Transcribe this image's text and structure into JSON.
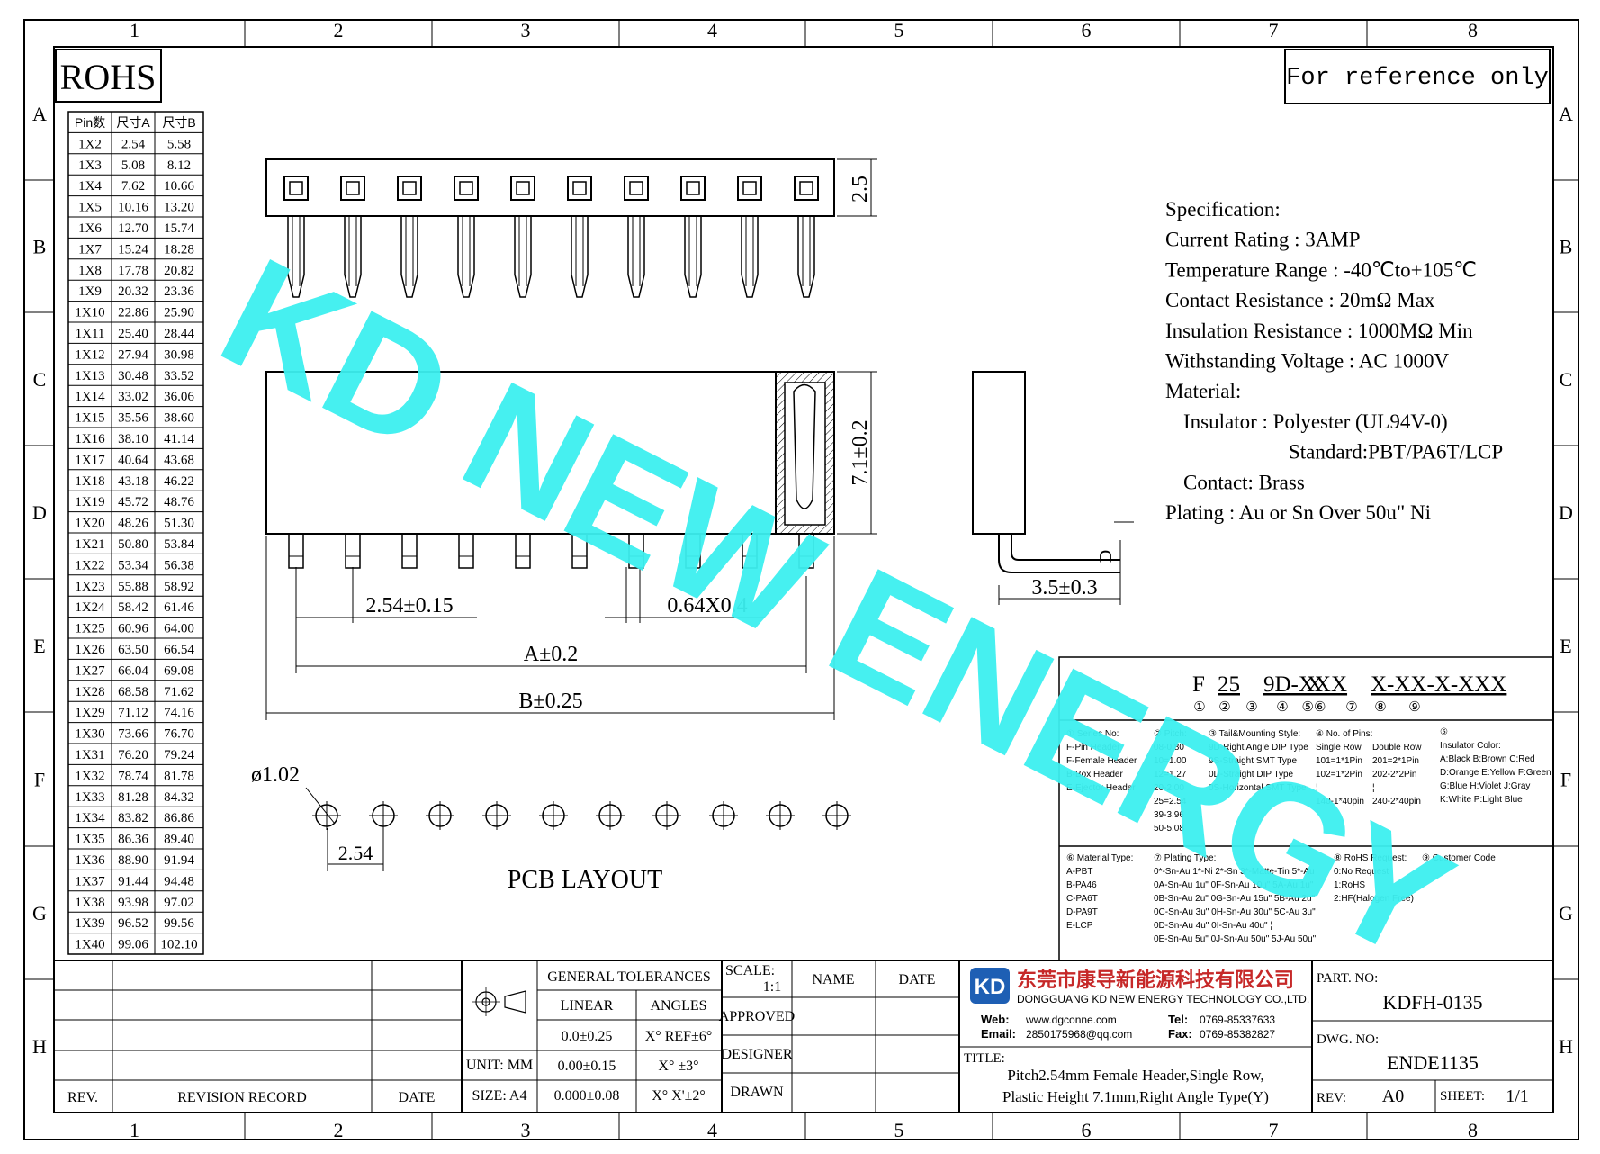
{
  "zones": {
    "columns": [
      "1",
      "2",
      "3",
      "4",
      "5",
      "6",
      "7",
      "8"
    ],
    "rows": [
      "A",
      "B",
      "C",
      "D",
      "E",
      "F",
      "G",
      "H"
    ]
  },
  "rohs_label": "ROHS",
  "reference_label": "For reference only",
  "watermark": "KD NEW ENERGY",
  "pin_table": {
    "headers": [
      "Pin数",
      "尺寸A",
      "尺寸B"
    ],
    "rows": [
      [
        "1X2",
        "2.54",
        "5.58"
      ],
      [
        "1X3",
        "5.08",
        "8.12"
      ],
      [
        "1X4",
        "7.62",
        "10.66"
      ],
      [
        "1X5",
        "10.16",
        "13.20"
      ],
      [
        "1X6",
        "12.70",
        "15.74"
      ],
      [
        "1X7",
        "15.24",
        "18.28"
      ],
      [
        "1X8",
        "17.78",
        "20.82"
      ],
      [
        "1X9",
        "20.32",
        "23.36"
      ],
      [
        "1X10",
        "22.86",
        "25.90"
      ],
      [
        "1X11",
        "25.40",
        "28.44"
      ],
      [
        "1X12",
        "27.94",
        "30.98"
      ],
      [
        "1X13",
        "30.48",
        "33.52"
      ],
      [
        "1X14",
        "33.02",
        "36.06"
      ],
      [
        "1X15",
        "35.56",
        "38.60"
      ],
      [
        "1X16",
        "38.10",
        "41.14"
      ],
      [
        "1X17",
        "40.64",
        "43.68"
      ],
      [
        "1X18",
        "43.18",
        "46.22"
      ],
      [
        "1X19",
        "45.72",
        "48.76"
      ],
      [
        "1X20",
        "48.26",
        "51.30"
      ],
      [
        "1X21",
        "50.80",
        "53.84"
      ],
      [
        "1X22",
        "53.34",
        "56.38"
      ],
      [
        "1X23",
        "55.88",
        "58.92"
      ],
      [
        "1X24",
        "58.42",
        "61.46"
      ],
      [
        "1X25",
        "60.96",
        "64.00"
      ],
      [
        "1X26",
        "63.50",
        "66.54"
      ],
      [
        "1X27",
        "66.04",
        "69.08"
      ],
      [
        "1X28",
        "68.58",
        "71.62"
      ],
      [
        "1X29",
        "71.12",
        "74.16"
      ],
      [
        "1X30",
        "73.66",
        "76.70"
      ],
      [
        "1X31",
        "76.20",
        "79.24"
      ],
      [
        "1X32",
        "78.74",
        "81.78"
      ],
      [
        "1X33",
        "81.28",
        "84.32"
      ],
      [
        "1X34",
        "83.82",
        "86.86"
      ],
      [
        "1X35",
        "86.36",
        "89.40"
      ],
      [
        "1X36",
        "88.90",
        "91.94"
      ],
      [
        "1X37",
        "91.44",
        "94.48"
      ],
      [
        "1X38",
        "93.98",
        "97.02"
      ],
      [
        "1X39",
        "96.52",
        "99.56"
      ],
      [
        "1X40",
        "99.06",
        "102.10"
      ]
    ]
  },
  "dimensions": {
    "top_height": "2.5",
    "body_height": "7.1±0.2",
    "pitch": "2.54±0.15",
    "pin_size": "0.64X0.4",
    "dim_a": "A±0.2",
    "dim_b": "B±0.25",
    "side_offset": "3.5±0.3",
    "side_small": "D",
    "hole_dia": "ø1.02",
    "hole_pitch": "2.54"
  },
  "pcb_layout_label": "PCB LAYOUT",
  "specification": {
    "lines": [
      "Specification:",
      "Current Rating : 3AMP",
      "Temperature Range : -40℃to+105℃",
      "Contact Resistance : 20mΩ Max",
      "Insulation Resistance : 1000MΩ Min",
      "Withstanding Voltage : AC 1000V",
      "Material:",
      "Insulator : Polyester (UL94V-0)",
      "Standard:PBT/PA6T/LCP",
      "Contact: Brass",
      "Plating : Au or Sn Over 50u\" Ni"
    ]
  },
  "part_code": {
    "parts": [
      "F",
      "25",
      "9D-XXX",
      "X",
      "X-XX-X-XXX"
    ],
    "circles": [
      "①",
      "②",
      "③",
      "④",
      "⑤⑥",
      "⑦",
      "⑧",
      "⑨"
    ],
    "note": {
      "col1": [
        "① Series No:",
        "F-Pin Header",
        "F-Female Header",
        "B-Box Header",
        "E-Ejector Header"
      ],
      "col2": [
        "② Pitch:",
        "08-0.80",
        "10=1.00",
        "12=1.27",
        "20-2.00",
        "25=2.54",
        "39-3.96",
        "50-5.08"
      ],
      "col3": [
        "③ Tail&Mounting Style:",
        "9D-Right Angle DIP Type",
        "9S-Straight SMT Type",
        "0D-Straight DIP Type",
        "0S-Horizontal SMT Type"
      ],
      "col4": [
        "④ No. of Pins:",
        "Single Row",
        "101=1*1Pin",
        "102=1*2Pin",
        "¦",
        "140-1*40pin"
      ],
      "col4b": [
        "Double Row",
        "201=2*1Pin",
        "202-2*2Pin",
        "¦",
        "240-2*40pin"
      ],
      "col5": [
        "⑤",
        "Insulator Color:",
        "A:Black B:Brown C:Red",
        "D:Orange E:Yellow F:Green",
        "G:Blue H:Violet J:Gray",
        "K:White P:Light Blue"
      ],
      "col6": [
        "⑥ Material Type:",
        "A-PBT",
        "B-PA46",
        "C-PA6T",
        "D-PA9T",
        "E-LCP"
      ],
      "col7": [
        "⑦ Plating Type:",
        "0*-Sn-Au 1*-Ni 2*-Sn 3*-Matte-Tin 5*-Au",
        "0A-Sn-Au 1u\" 0F-Sn-Au 10u\" 5A-Au 1u\"",
        "0B-Sn-Au 2u\" 0G-Sn-Au 15u\" 5B-Au 2u\"",
        "0C-Sn-Au 3u\" 0H-Sn-Au 30u\" 5C-Au 3u\"",
        "0D-Sn-Au 4u\" 0I-Sn-Au 40u\"  ¦",
        "0E-Sn-Au 5u\" 0J-Sn-Au 50u\" 5J-Au 50u\""
      ],
      "col8": [
        "⑧ RoHS Request:",
        "0:No Request",
        "1:RoHS",
        "2:HF(Halogen Free)"
      ],
      "col9": [
        "⑨ Customer Code"
      ]
    }
  },
  "title_block": {
    "rev_label": "REV.",
    "revision_record_label": "REVISION RECORD",
    "date_label": "DATE",
    "general_tolerances": "GENERAL TOLERANCES",
    "linear": "LINEAR",
    "angles": "ANGLES",
    "tol_linear": [
      "0.0±0.25",
      "0.00±0.15",
      "0.000±0.08"
    ],
    "tol_angles": [
      "X° REF±6°",
      "X° ±3°",
      "X° X'±2°"
    ],
    "unit": "UNIT: MM",
    "size": "SIZE: A4",
    "scale_label": "SCALE:",
    "scale_value": "1:1",
    "name_label": "NAME",
    "date2_label": "DATE",
    "approved": "APPROVED",
    "designer": "DESIGNER",
    "drawn": "DRAWN",
    "company_cn": "东莞市康导新能源科技有限公司",
    "company_en": "DONGGUANG KD NEW ENERGY TECHNOLOGY CO.,LTD.",
    "web_label": "Web:",
    "web": "www.dgconne.com",
    "tel_label": "Tel:",
    "tel": "0769-85337633",
    "email_label": "Email:",
    "email": "2850175968@qq.com",
    "fax_label": "Fax:",
    "fax": "0769-85382827",
    "title_label": "TITLE:",
    "title_line1": "Pitch2.54mm Female Header,Single Row,",
    "title_line2": "Plastic Height 7.1mm,Right Angle Type(Y)",
    "part_no_label": "PART. NO:",
    "part_no": "KDFH-0135",
    "dwg_no_label": "DWG. NO:",
    "dwg_no": "ENDE1135",
    "rev_label2": "REV:",
    "rev_value": "A0",
    "sheet_label": "SHEET:",
    "sheet_value": "1/1"
  },
  "colors": {
    "watermark": "#3df0f0",
    "ink": "#000000"
  }
}
